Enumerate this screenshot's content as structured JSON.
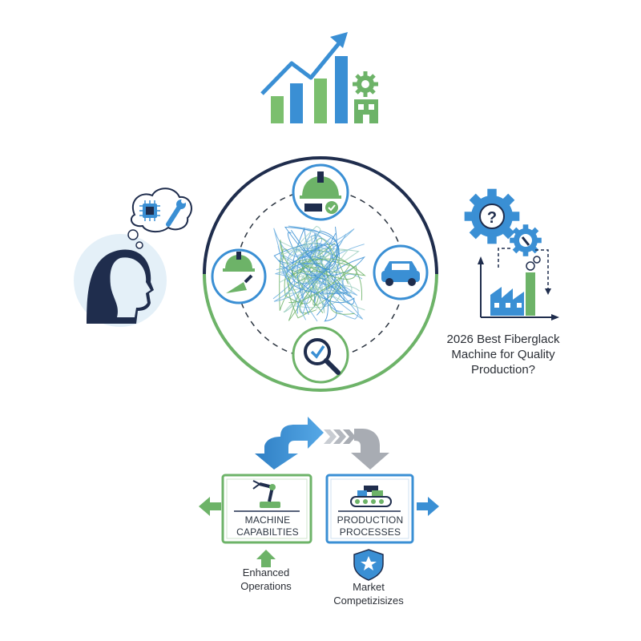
{
  "question": {
    "line1": "2026 Best Fiberglack",
    "line2": "Machine for Quality",
    "line3": "Production?"
  },
  "boxes": {
    "machine": {
      "line1": "MACHINE",
      "line2": "CAPABILTIES"
    },
    "production": {
      "line1": "PRODUCTION",
      "line2": "PROCESSES"
    }
  },
  "captions": {
    "enhanced": {
      "line1": "Enhanced",
      "line2": "Operations"
    },
    "market": {
      "line1": "Market",
      "line2": "Competizisizes"
    }
  },
  "icons": {
    "growth_chart": "bar-chart-rising-arrow-icon",
    "gear_factory": "gear-factory-icon",
    "person_thinking": "person-thinking-icon",
    "chip": "chip-icon",
    "wrench": "wrench-icon",
    "hard_hat_check": "hard-hat-check-icon",
    "construction": "hard-hat-trowel-icon",
    "car": "car-icon",
    "inspection": "magnifier-check-icon",
    "question_gears": "question-gears-icon",
    "factory_flow": "factory-flow-icon",
    "robot_arm": "robot-arm-icon",
    "conveyor": "conveyor-icon",
    "shield_star": "shield-star-icon"
  },
  "colors": {
    "blue": "#3a8fd4",
    "green": "#6db368",
    "navy": "#1f2d4d",
    "gray": "#a8acb3"
  }
}
